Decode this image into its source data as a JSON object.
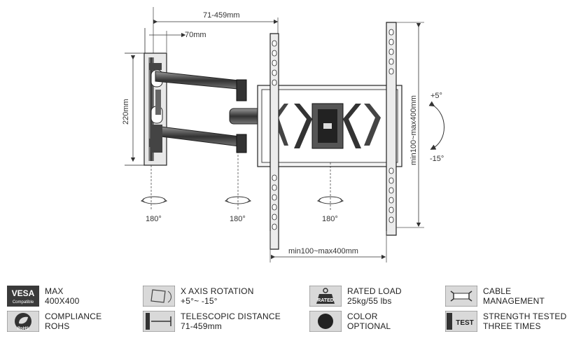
{
  "dimensions": {
    "telescopic_range": "71-459mm",
    "wall_plate_depth": "70mm",
    "wall_plate_height": "220mm",
    "vesa_vertical": "min100~max400mm",
    "vesa_horizontal": "min100~max400mm",
    "tilt_up": "+5°",
    "tilt_down": "-15°",
    "swivel_1": "180°",
    "swivel_2": "180°",
    "swivel_3": "180°"
  },
  "features": [
    {
      "icon": "vesa-compatible-icon",
      "icon_text_1": "VESA",
      "icon_text_2": "Compatible",
      "line1": "MAX",
      "line2": "400X400"
    },
    {
      "icon": "x-axis-rotation-icon",
      "line1": "X AXIS ROTATION",
      "line2": "+5°~ -15°"
    },
    {
      "icon": "rated-load-icon",
      "icon_text_1": "RATED",
      "line1": "RATED LOAD",
      "line2": "25kg/55 lbs"
    },
    {
      "icon": "cable-management-icon",
      "line1": "CABLE",
      "line2": "MANAGEMENT"
    },
    {
      "icon": "rohs-compliance-icon",
      "icon_text_1": "RoHS",
      "line1": "COMPLIANCE",
      "line2": "ROHS"
    },
    {
      "icon": "telescopic-distance-icon",
      "line1": "TELESCOPIC DISTANCE",
      "line2": "71-459mm"
    },
    {
      "icon": "color-optional-icon",
      "line1": "COLOR",
      "line2": "OPTIONAL"
    },
    {
      "icon": "strength-test-icon",
      "icon_text_1": "TEST",
      "line1": "STRENGTH TESTED",
      "line2": "THREE TIMES"
    }
  ]
}
